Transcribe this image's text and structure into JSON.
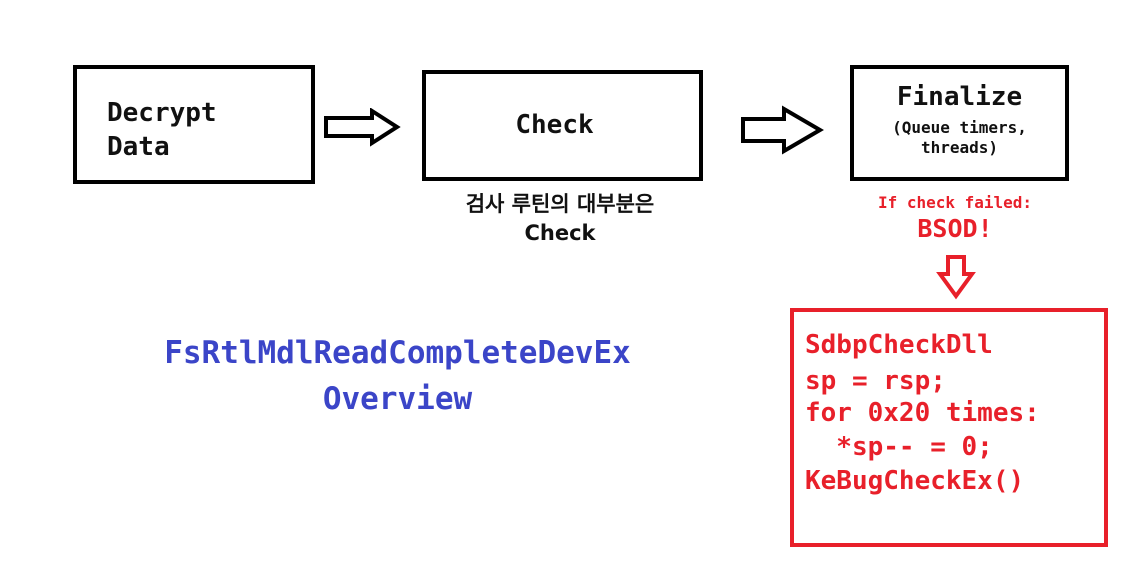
{
  "boxes": {
    "decrypt": {
      "line1": "Decrypt",
      "line2": "Data"
    },
    "check": {
      "label": "Check"
    },
    "finalize": {
      "label": "Finalize",
      "sub1": "(Queue timers,",
      "sub2": "threads)"
    }
  },
  "check_note": {
    "line1": "검사 루틴의 대부분은",
    "line2": "Check"
  },
  "failure": {
    "condition": "If check failed:",
    "result": "BSOD!"
  },
  "code": {
    "lines": [
      "SdbpCheckDll",
      "sp = rsp;",
      "for 0x20 times:",
      "  *sp-- = 0;",
      "KeBugCheckEx()"
    ]
  },
  "title": {
    "line1": "FsRtlMdlReadCompleteDevEx",
    "line2": "Overview"
  },
  "colors": {
    "accent_red": "#e8202a",
    "title_blue": "#3b45c8",
    "box_border": "#000000"
  },
  "icons": {
    "flow_arrow": "hollow-right-arrow-icon",
    "fail_arrow": "hollow-down-arrow-icon"
  }
}
